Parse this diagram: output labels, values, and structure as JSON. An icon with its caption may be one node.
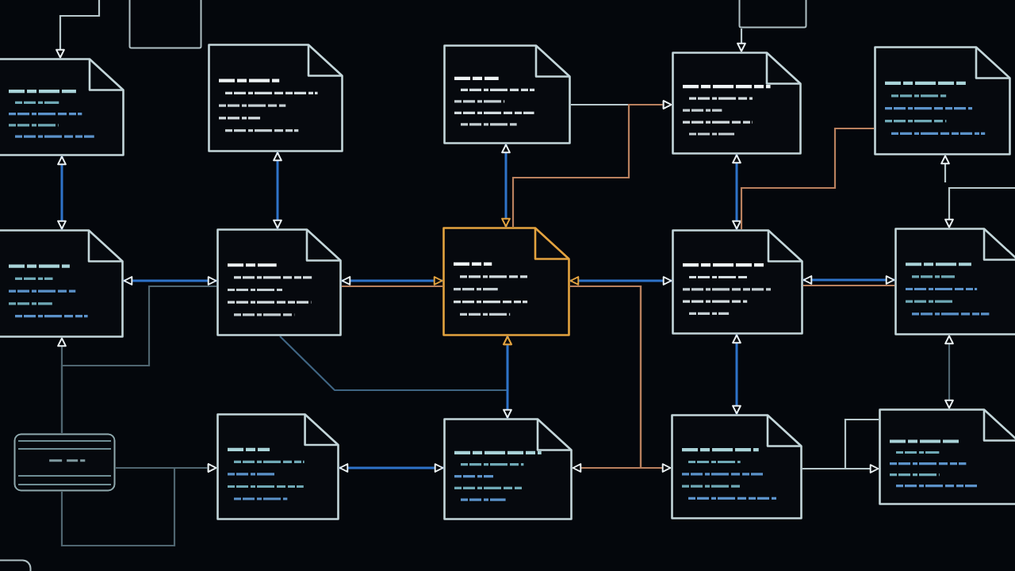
{
  "diagram": {
    "nodes": [
      {
        "text": [],
        "shape": "box"
      },
      {
        "text": [],
        "shape": "box"
      },
      {
        "text": [],
        "shape": "document"
      },
      {
        "text": [],
        "shape": "document"
      },
      {
        "text": [],
        "shape": "document"
      },
      {
        "text": [],
        "shape": "document"
      },
      {
        "text": [],
        "shape": "document"
      },
      {
        "text": [],
        "shape": "document"
      },
      {
        "text": [],
        "shape": "document"
      },
      {
        "text": [],
        "shape": "document"
      },
      {
        "text": [],
        "shape": "document"
      },
      {
        "text": [],
        "shape": "document"
      },
      {
        "text": [],
        "shape": "card"
      },
      {
        "text": [],
        "shape": "document"
      },
      {
        "text": [],
        "shape": "document"
      },
      {
        "text": [],
        "shape": "document"
      },
      {
        "text": [],
        "shape": "document"
      },
      {
        "text": [],
        "shape": "box"
      }
    ],
    "edges": [
      {
        "from": null,
        "to": 2,
        "arrow": "to",
        "color": "#b8c8cc"
      },
      {
        "from": 1,
        "to": 5,
        "arrow": "to",
        "color": "#b8c8cc"
      },
      {
        "from": 2,
        "to": 7,
        "arrow": "both"
      },
      {
        "from": 3,
        "to": 8,
        "arrow": "both"
      },
      {
        "from": 4,
        "to": 9,
        "arrow": "both"
      },
      {
        "from": 4,
        "to": 5,
        "arrow": "to",
        "color": "#b8c8cc"
      },
      {
        "from": 9,
        "to": 5,
        "arrow": "to",
        "color": "#b9805e"
      },
      {
        "from": 5,
        "to": 10,
        "arrow": "both"
      },
      {
        "from": 6,
        "to": 10,
        "arrow": "none",
        "color": "#b9805e"
      },
      {
        "from": null,
        "to": 6,
        "arrow": "to",
        "color": "#b8c8cc"
      },
      {
        "from": null,
        "to": 11,
        "arrow": "to",
        "color": "#b8c8cc"
      },
      {
        "from": 7,
        "to": 8,
        "arrow": "both"
      },
      {
        "from": 12,
        "to": 8,
        "arrow": "none",
        "color": "#4f6570"
      },
      {
        "from": 12,
        "to": 7,
        "arrow": "to",
        "color": "#4f6570"
      },
      {
        "from": 8,
        "to": 9,
        "arrow": "both"
      },
      {
        "from": 8,
        "to": 9,
        "arrow": "none",
        "color": "#b9805e"
      },
      {
        "from": 9,
        "to": 10,
        "arrow": "both"
      },
      {
        "from": 9,
        "to": 14,
        "arrow": "to",
        "color": "#b9805e"
      },
      {
        "from": 9,
        "to": 15,
        "arrow": "to",
        "color": "#b9805e"
      },
      {
        "from": 10,
        "to": 11,
        "arrow": "both"
      },
      {
        "from": 10,
        "to": 11,
        "arrow": "none",
        "color": "#b9805e"
      },
      {
        "from": 8,
        "to": 9,
        "arrow": "to",
        "color": "#3f6583"
      },
      {
        "from": 9,
        "to": 14,
        "arrow": "both"
      },
      {
        "from": 10,
        "to": 15,
        "arrow": "both"
      },
      {
        "from": 11,
        "to": 16,
        "arrow": "both",
        "color": "#4f6570"
      },
      {
        "from": 12,
        "to": 13,
        "arrow": "to",
        "color": "#4f6570"
      },
      {
        "from": 12,
        "to": 13,
        "arrow": "to",
        "color": "#4f6570"
      },
      {
        "from": 13,
        "to": 14,
        "arrow": "both"
      },
      {
        "from": 15,
        "to": 16,
        "arrow": "to",
        "color": "#b8c8cc"
      },
      {
        "from": 15,
        "to": 16,
        "arrow": "none",
        "color": "#b8c8cc"
      }
    ]
  }
}
